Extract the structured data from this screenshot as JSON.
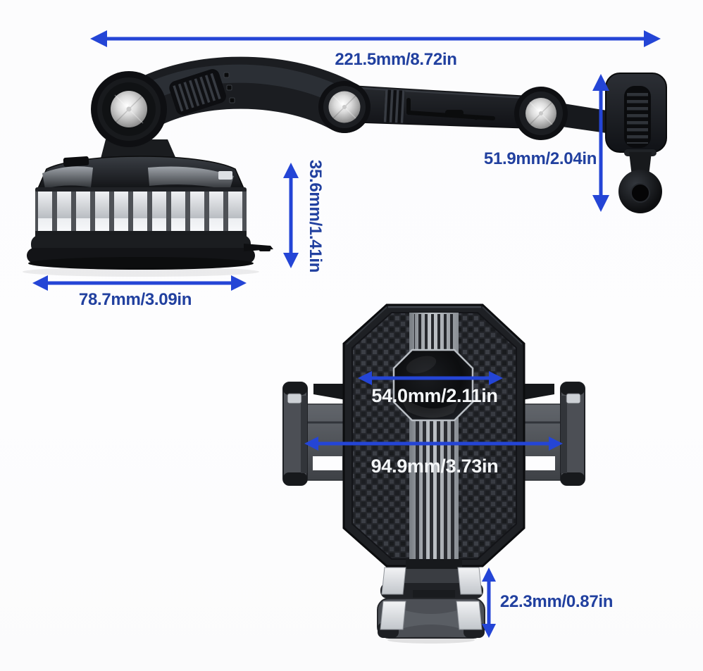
{
  "colors": {
    "background": "#fcfcfd",
    "arrow_blue": "#2445d6",
    "label_navy": "#21409f",
    "label_white": "#f4f6f8",
    "product_black": "#17181b",
    "silver": "#c7c9cc"
  },
  "dimensions": {
    "arm_length": {
      "label": "221.5mm/8.72in",
      "orientation": "horizontal"
    },
    "end_drop_height": {
      "label": "51.9mm/2.04in",
      "orientation": "vertical"
    },
    "base_height": {
      "label": "35.6mm/1.41in",
      "orientation": "vertical-rotated"
    },
    "base_width": {
      "label": "78.7mm/3.09in",
      "orientation": "horizontal"
    },
    "clamp_min_width": {
      "label": "54.0mm/2.11in",
      "orientation": "horizontal"
    },
    "clamp_max_width": {
      "label": "94.9mm/3.73in",
      "orientation": "horizontal"
    },
    "foot_height": {
      "label": "22.3mm/0.87in",
      "orientation": "vertical"
    }
  }
}
